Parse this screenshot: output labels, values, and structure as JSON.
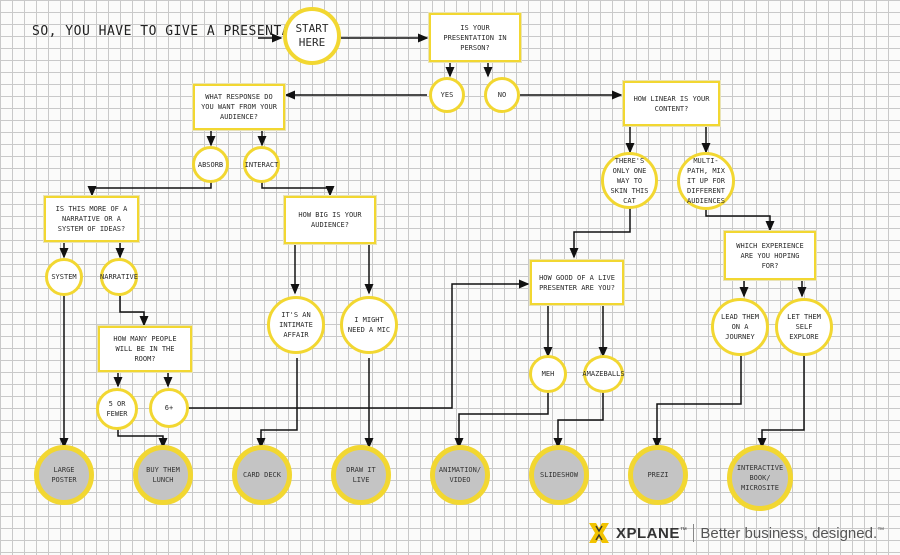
{
  "title": "SO, YOU HAVE TO GIVE A PRESENTATION",
  "nodes": {
    "start": "START HERE",
    "in_person": "IS YOUR PRESENTATION IN PERSON?",
    "yes": "YES",
    "no": "NO",
    "response": "WHAT RESPONSE DO YOU WANT FROM YOUR AUDIENCE?",
    "absorb": "ABSORB",
    "interact": "INTERACT",
    "linear": "HOW LINEAR IS YOUR CONTENT?",
    "one_way": "THERE'S ONLY ONE WAY TO SKIN THIS CAT",
    "multi_path": "MULTI-PATH, MIX IT UP FOR DIFFERENT AUDIENCES",
    "narrative_q": "IS THIS MORE OF A NARRATIVE OR A SYSTEM OF IDEAS?",
    "system": "SYSTEM",
    "narrative": "NARRATIVE",
    "how_big": "HOW BIG IS YOUR AUDIENCE?",
    "intimate": "IT'S AN INTIMATE AFFAIR",
    "mic": "I MIGHT NEED A MIC",
    "live_presenter": "HOW GOOD OF A LIVE PRESENTER ARE YOU?",
    "experience": "WHICH EXPERIENCE ARE YOU HOPING FOR?",
    "journey": "LEAD THEM ON A JOURNEY",
    "explore": "LET THEM SELF EXPLORE",
    "how_many": "HOW MANY PEOPLE WILL BE IN THE ROOM?",
    "five_fewer": "5 OR FEWER",
    "six_plus": "6+",
    "meh": "MEH",
    "amazeballs": "AMAZEBALLS",
    "large_poster": "LARGE POSTER",
    "buy_lunch": "BUY THEM LUNCH",
    "card_deck": "CARD DECK",
    "draw_live": "DRAW IT LIVE",
    "animation": "ANIMATION/ VIDEO",
    "slideshow": "SLIDESHOW",
    "prezi": "PREZI",
    "interactive_book": "INTERACTIVE BOOK/ MICROSITE"
  },
  "brand": {
    "name": "XPLANE",
    "tm": "™",
    "tagline": "Better business, designed.",
    "tagline_tm": "™"
  },
  "colors": {
    "accent": "#f2d731",
    "terminal_fill": "#c4c4c4",
    "line": "#111111",
    "grid": "#c9c9c9",
    "logo_x": "#f2c300"
  }
}
